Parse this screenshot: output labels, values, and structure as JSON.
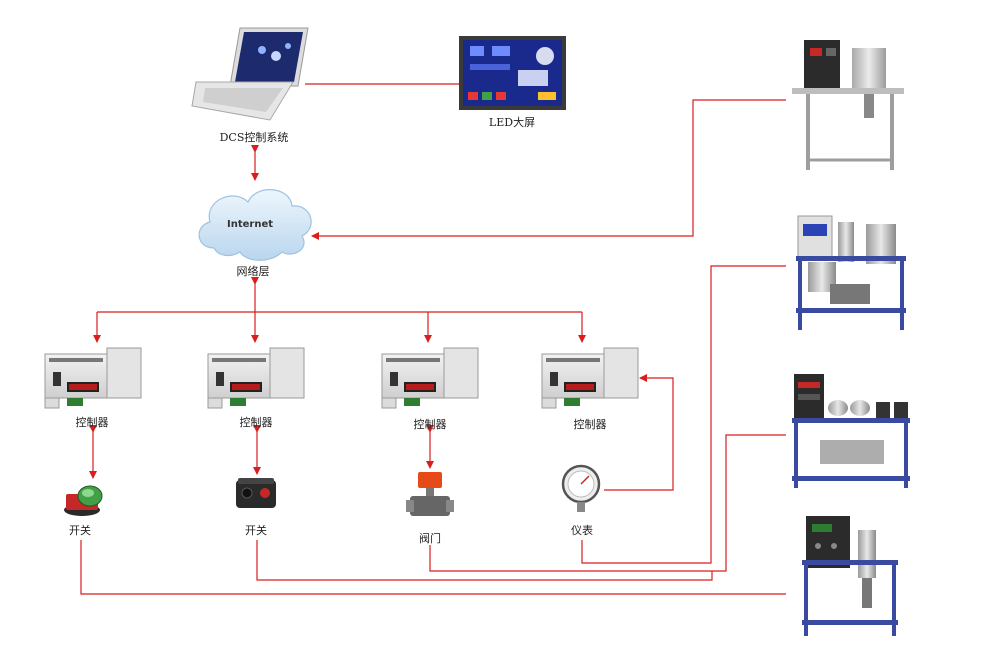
{
  "colors": {
    "link": "#d81e1e",
    "screen": "#1a2a8c",
    "panel_blue": "#2a44b5",
    "device_frame": "#3a4aa0",
    "cloud": "#cfe3f3"
  },
  "labels": {
    "dcs": "DCS控制系统",
    "led": "LED大屏",
    "internet": "Internet",
    "network_layer": "网络层",
    "controller_1": "控制器",
    "controller_2": "控制器",
    "controller_3": "控制器",
    "controller_4": "控制器",
    "switch_1": "开关",
    "switch_2": "开关",
    "valve": "阀门",
    "meter": "仪表"
  },
  "icons": {
    "laptop": "laptop-icon",
    "led_screen": "led-screen-icon",
    "cloud": "cloud-icon",
    "plc": "plc-controller-icon",
    "push_button": "push-button-icon",
    "button_box": "button-box-icon",
    "valve": "valve-icon",
    "pressure_gauge": "pressure-gauge-icon",
    "equipment": "training-equipment-icon"
  }
}
